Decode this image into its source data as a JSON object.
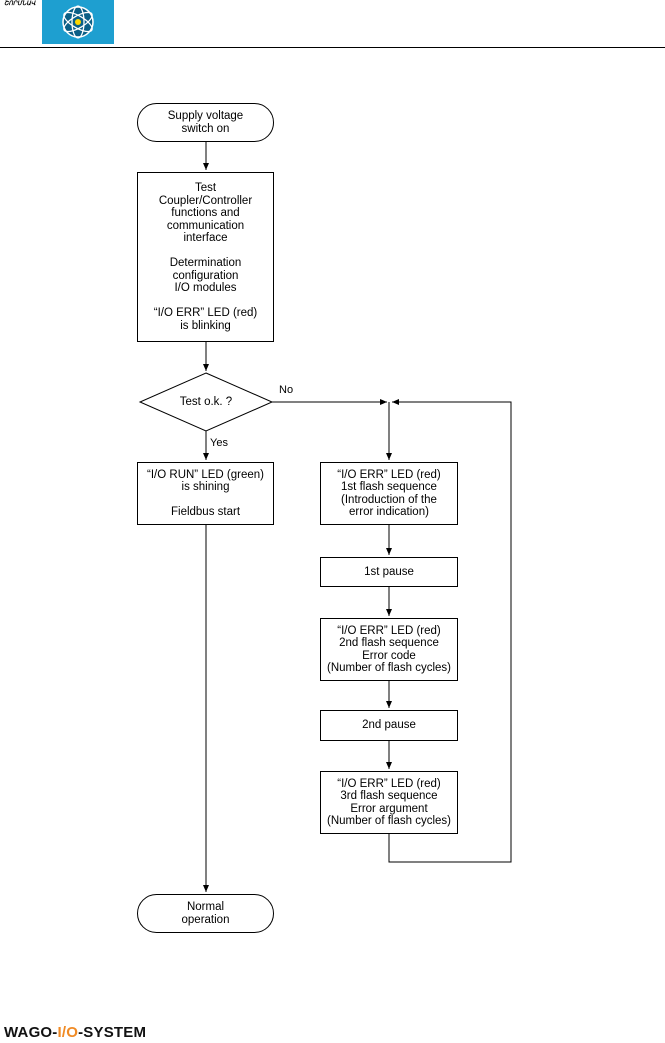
{
  "header": {
    "small_text": "ՇՈՐՄՆԱՎ",
    "logo_icon": "atom-icon",
    "logo_color": "#1e9fd0"
  },
  "flowchart": {
    "start": "Supply voltage\nswitch on",
    "test_box": "Test\nCoupler/Controller\nfunctions and\ncommunication\ninterface\n\nDetermination\nconfiguration\nI/O modules\n\n“I/O ERR”  LED (red)\nis blinking",
    "decision": "Test o.k. ?",
    "label_no": "No",
    "label_yes": "Yes",
    "run_box": "“I/O RUN” LED (green)\nis shining\n\nFieldbus start",
    "flash1": "“I/O ERR”  LED (red)\n1st flash sequence\n(Introduction of the\nerror indication)",
    "pause1": "1st pause",
    "flash2": "“I/O ERR”  LED (red)\n2nd flash sequence\nError code\n(Number of flash cycles)",
    "pause2": "2nd pause",
    "flash3": "“I/O ERR”  LED (red)\n3rd flash sequence\nError argument\n(Number of flash cycles)",
    "end": "Normal\noperation"
  },
  "footer": {
    "brand_left": "WAGO-",
    "brand_mid": "I/O",
    "brand_right": "-SYSTEM",
    "brand_accent": "#f08a24"
  }
}
